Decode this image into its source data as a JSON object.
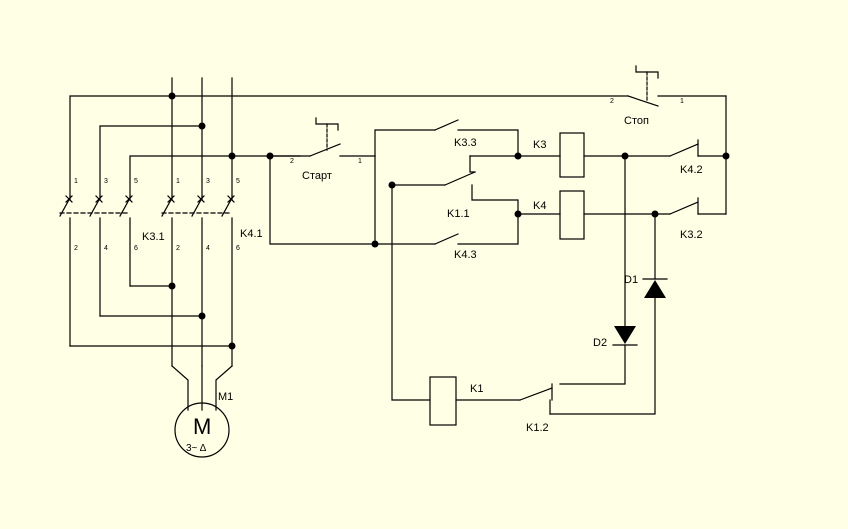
{
  "colors": {
    "background": "#ffffe5",
    "ink": "#000000"
  },
  "labels": {
    "stop": "Стоп",
    "start": "Старт",
    "k33": "K3.3",
    "k11": "K1.1",
    "k43": "K4.3",
    "k3": "K3",
    "k4": "K4",
    "k42": "K4.2",
    "k32": "K3.2",
    "k31": "K3.1",
    "k41": "K4.1",
    "d1": "D1",
    "d2": "D2",
    "k1": "K1",
    "k12": "K1.2",
    "m1": "M1",
    "motor_symbol": "M",
    "motor_sub": "3~ Δ"
  },
  "pins": {
    "p1": "1",
    "p2": "2",
    "p3": "3",
    "p4": "4",
    "p5": "5",
    "p6": "6"
  }
}
